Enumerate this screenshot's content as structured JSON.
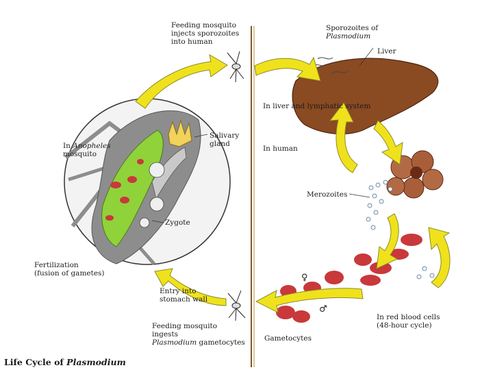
{
  "labels": {
    "feeding_inject_1": "Feeding mosquito",
    "feeding_inject_2": "injects sporozoites",
    "feeding_inject_3": "into human",
    "sporozoites_1": "Sporozoites of",
    "sporozoites_2": "Plasmodium",
    "liver": "Liver",
    "liver_system": "In liver and lymphatic system",
    "in_human": "In human",
    "in_anopheles_pre": "In ",
    "in_anopheles_it": "Anopheles",
    "mosquito": "mosquito",
    "salivary_1": "Salivary",
    "salivary_2": "gland",
    "merozoites": "Merozoites",
    "zygote": "Zygote",
    "fertilization_1": "Fertilization",
    "fertilization_2": "(fusion of gametes)",
    "entry_1": "Entry into",
    "entry_2": "stomach wall",
    "in_rbc_1": "In red blood cells",
    "in_rbc_2": "(48-hour cycle)",
    "feeding_ingest_1": "Feeding mosquito",
    "feeding_ingest_2": "ingests",
    "feeding_ingest_3_it": "Plasmodium",
    "feeding_ingest_3": " gametocytes",
    "gametocytes": "Gametocytes",
    "gamete_f": "♀",
    "gamete_m": "♂",
    "footer_pre": "Life Cycle of ",
    "footer_it": "Plasmodium"
  },
  "colors": {
    "arrow_yellow": "#efe21c",
    "arrow_outline": "#8a8a2a",
    "liver_brown": "#8a4a22",
    "rbc_red": "#c9383a",
    "tissue_green": "#8fd23a",
    "mosquito_gray": "#8d8d8d",
    "divider_brown": "#7a5a2a"
  }
}
